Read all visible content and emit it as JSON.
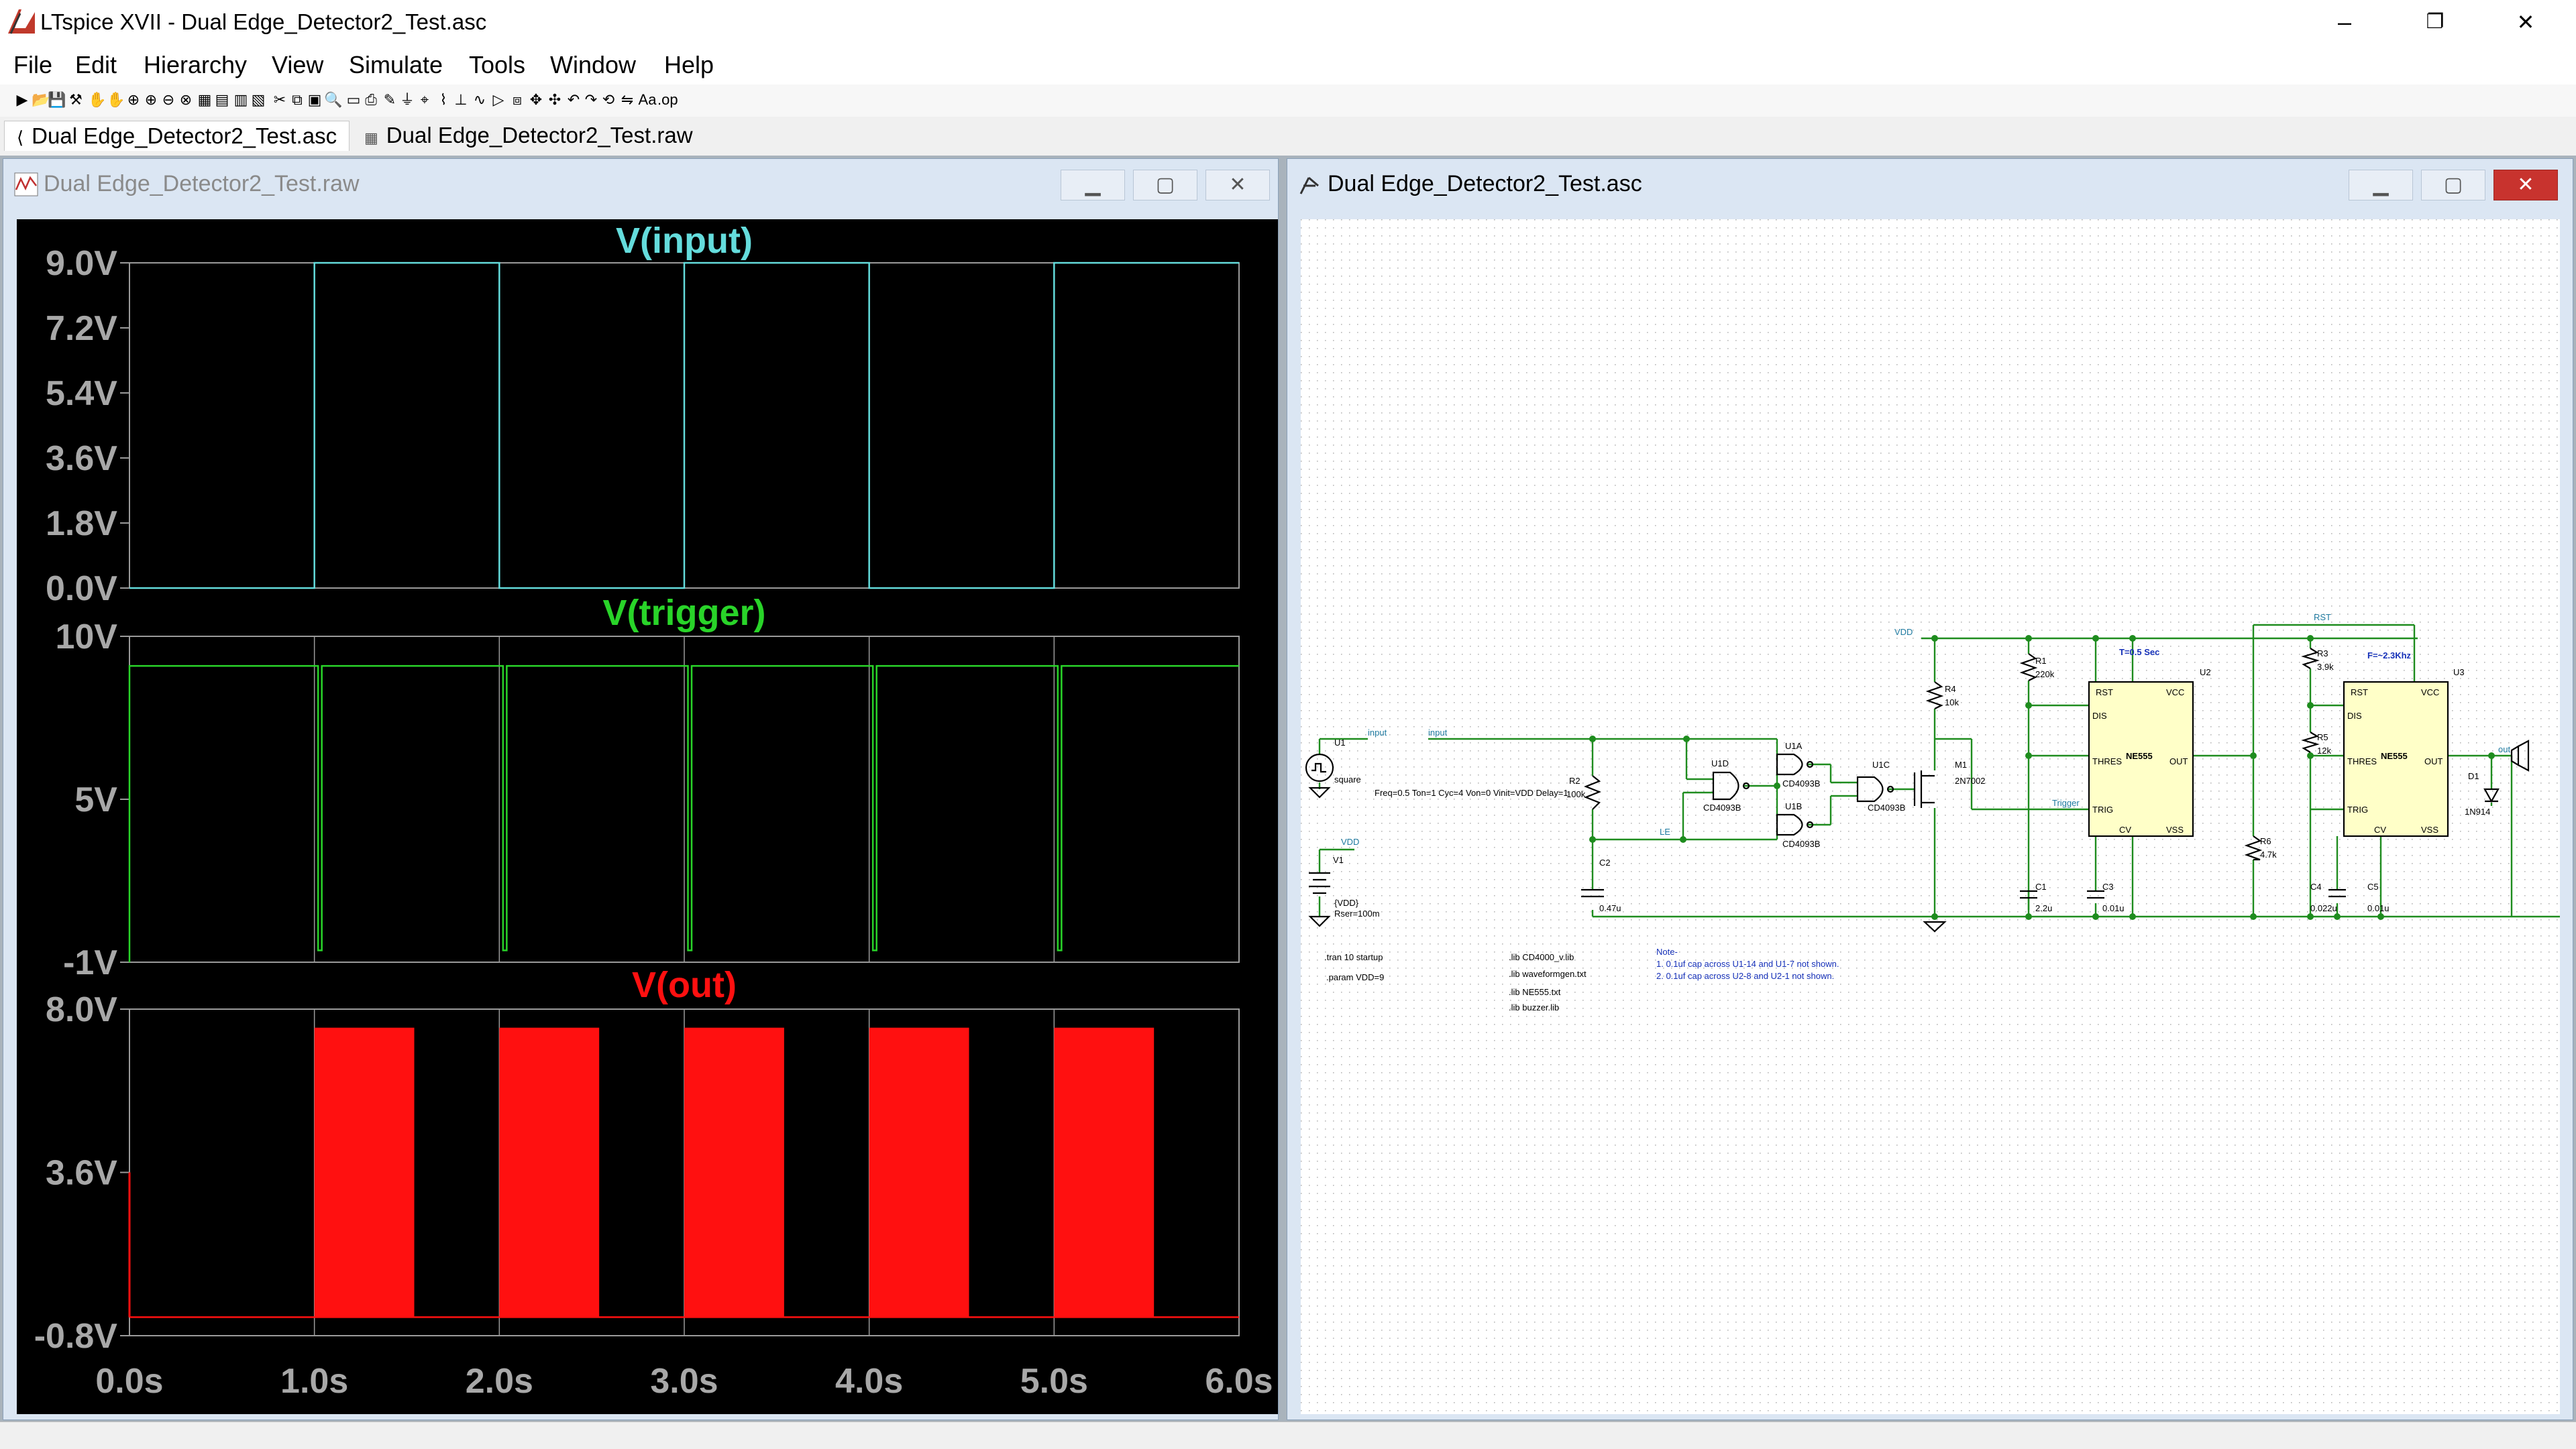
{
  "window": {
    "title": "LTspice XVII - Dual Edge_Detector2_Test.asc",
    "minimize": "–",
    "restore": "❐",
    "close": "✕"
  },
  "menu": [
    "File",
    "Edit",
    "Hierarchy",
    "View",
    "Simulate",
    "Tools",
    "Window",
    "Help"
  ],
  "toolbar_icons": [
    "run-icon",
    "open-icon",
    "save-icon",
    "control-panel-icon",
    "halt-icon",
    "pan-icon",
    "zoom-in-icon",
    "zoom-pan-icon",
    "zoom-out-icon",
    "zoom-cancel-icon",
    "autorange-icon",
    "tile-icon",
    "cascade-icon",
    "horizontal-tile-icon",
    "cut-icon",
    "copy-icon",
    "paste-icon",
    "find-icon",
    "print-setup-icon",
    "print-icon",
    "wire-icon",
    "ground-icon",
    "label-icon",
    "resistor-icon",
    "capacitor-icon",
    "inductor-icon",
    "diode-icon",
    "component-icon",
    "move-icon",
    "drag-icon",
    "undo-icon",
    "redo-icon",
    "rotate-icon",
    "mirror-icon",
    "text-icon",
    "spice-directive-icon"
  ],
  "tabs": [
    {
      "label": "Dual Edge_Detector2_Test.asc",
      "active": true
    },
    {
      "label": "Dual Edge_Detector2_Test.raw",
      "active": false
    }
  ],
  "waveform_window": {
    "title": "Dual Edge_Detector2_Test.raw",
    "btn_min": "▁",
    "btn_max": "▢",
    "btn_close": "✕"
  },
  "schematic_window": {
    "title": "Dual Edge_Detector2_Test.asc",
    "btn_min": "▁",
    "btn_max": "▢",
    "btn_close": "✕"
  },
  "colors": {
    "plot_bg": "#000000",
    "grid": "#9a9a9a",
    "input_trace": "#64dcdc",
    "trigger_trace": "#29d429",
    "out_trace": "#ff1010",
    "wire": "#1e8c1e",
    "net_label": "#1f7aa0",
    "annot_blue": "#1530b8"
  },
  "chart_data": [
    {
      "type": "line",
      "title": "V(input)",
      "title_color": "#64dcdc",
      "x": [
        0,
        1,
        1,
        2,
        2,
        3,
        3,
        4,
        4,
        5,
        5,
        6
      ],
      "y": [
        0,
        0,
        9,
        9,
        0,
        0,
        9,
        9,
        0,
        0,
        9,
        9
      ],
      "xlim": [
        0,
        6
      ],
      "ylim": [
        0,
        9
      ],
      "y_ticks": [
        "9.0V",
        "7.2V",
        "5.4V",
        "3.6V",
        "1.8V",
        "0.0V"
      ],
      "grid": true
    },
    {
      "type": "line",
      "title": "V(trigger)",
      "title_color": "#29d429",
      "x": [
        0,
        0,
        1.02,
        1.02,
        1.04,
        1.04,
        2.02,
        2.02,
        2.04,
        2.04,
        3.02,
        3.02,
        3.04,
        3.04,
        4.02,
        4.02,
        4.04,
        4.04,
        5.02,
        5.02,
        5.04,
        5.04,
        6
      ],
      "y": [
        -1,
        9,
        9,
        -0.6,
        -0.6,
        9,
        9,
        -0.6,
        -0.6,
        9,
        9,
        -0.6,
        -0.6,
        9,
        9,
        -0.6,
        -0.6,
        9,
        9,
        -0.6,
        -0.6,
        9,
        9
      ],
      "xlim": [
        0,
        6
      ],
      "ylim": [
        -1,
        10
      ],
      "y_ticks": [
        "10V",
        "5V",
        "-1V"
      ],
      "grid": true
    },
    {
      "type": "line",
      "title": "V(out)",
      "title_color": "#ff1010",
      "x": [
        0,
        1,
        1.5,
        2,
        2.5,
        3,
        3.5,
        4,
        4.5,
        5,
        5.5,
        6
      ],
      "y": [
        0,
        7.5,
        0,
        7.5,
        0,
        7.5,
        0,
        7.5,
        0,
        7.5,
        0,
        0
      ],
      "bursts": [
        [
          1,
          1.54
        ],
        [
          2,
          2.54
        ],
        [
          3,
          3.54
        ],
        [
          4,
          4.54
        ],
        [
          5,
          5.54
        ]
      ],
      "burst_high": 7.5,
      "baseline": -0.3,
      "xlim": [
        0,
        6
      ],
      "ylim": [
        -0.8,
        8
      ],
      "y_ticks": [
        "8.0V",
        "3.6V",
        "-0.8V"
      ],
      "x_ticks": [
        "0.0s",
        "1.0s",
        "2.0s",
        "3.0s",
        "4.0s",
        "5.0s",
        "6.0s"
      ],
      "grid": true
    }
  ],
  "schematic": {
    "u1_label": "U1",
    "u1_net": "input",
    "u1_wave": "square",
    "u1_params": "Freq=0.5 Ton=1 Cyc=4 Von=0 Vinit=VDD Delay=1",
    "input_net": "input",
    "vdd_net_left": "VDD",
    "v1_label": "V1",
    "v1_value": "{VDD}",
    "v1_rser": "Rser=100m",
    "r2_label": "R2",
    "r2_value": "100k",
    "c2_label": "C2",
    "c2_value": "0.47u",
    "le_net": "LE",
    "u1d": "U1D",
    "u1d_part": "CD4093B",
    "u1a": "U1A",
    "u1a_part": "CD4093B",
    "u1b": "U1B",
    "u1b_part": "CD4093B",
    "u1c": "U1C",
    "u1c_part": "CD4093B",
    "m1": "M1",
    "m1_part": "2N7002",
    "r4": "R4",
    "r4_value": "10k",
    "vdd_net": "VDD",
    "trigger_net": "Trigger",
    "r1": "R1",
    "r1_value": "220k",
    "c1": "C1",
    "c1_value": "2.2u",
    "c3": "C3",
    "c3_value": "0.01u",
    "u2": "U2",
    "u2_annot": "T=0.5 Sec",
    "ne555_a": "NE555",
    "rst_net": "RST",
    "r6": "R6",
    "r6_value": "4.7k",
    "r3": "R3",
    "r3_value": "3.9k",
    "r5": "R5",
    "r5_value": "12k",
    "c4": "C4",
    "c4_value": "0.022u",
    "c5": "C5",
    "c5_value": "0.01u",
    "u3": "U3",
    "u3_annot": "F=~2.3Khz",
    "ne555_b": "NE555",
    "d1": "D1",
    "d1_part": "1N914",
    "out_net": "out",
    "pin_rst": "RST",
    "pin_vcc": "VCC",
    "pin_dis": "DIS",
    "pin_thres": "THRES",
    "pin_out": "OUT",
    "pin_trig": "TRIG",
    "pin_cv": "CV",
    "pin_vss": "VSS",
    "dir_tran": ".tran 10 startup",
    "dir_param": ".param VDD=9",
    "lib1": ".lib CD4000_v.lib",
    "lib2": ".lib waveformgen.txt",
    "lib3": ".lib NE555.txt",
    "lib4": ".lib buzzer.lib",
    "note_title": "Note-",
    "note1": "1. 0.1uf cap across U1-14 and U1-7 not shown.",
    "note2": "2. 0.1uf cap across U2-8 and U2-1 not shown."
  }
}
